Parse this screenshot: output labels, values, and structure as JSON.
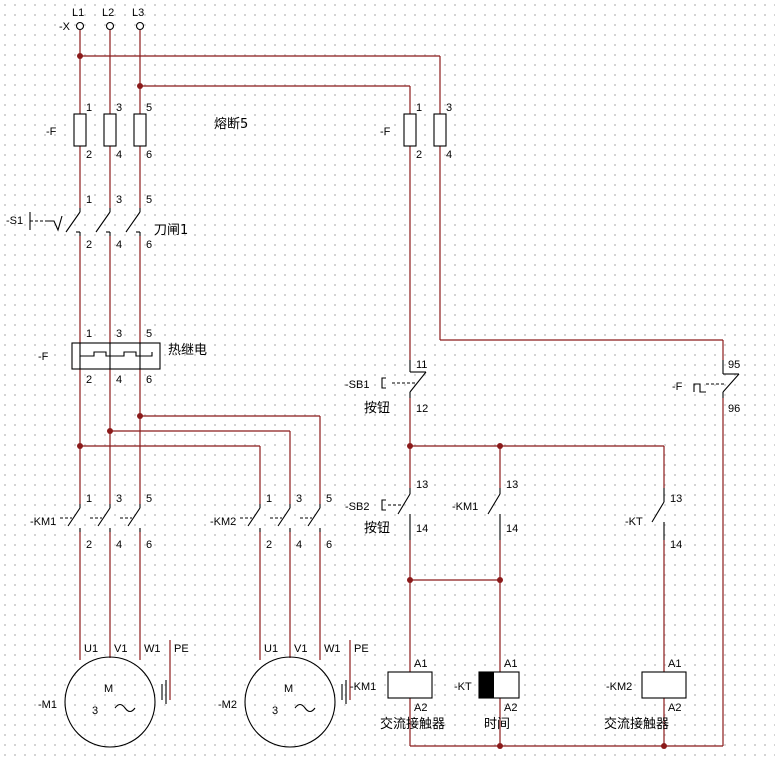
{
  "supply": {
    "terminal_tag": "-X",
    "phases": [
      "L1",
      "L2",
      "L3"
    ]
  },
  "fuse_main": {
    "tag": "-F",
    "label": "熔断5",
    "top": [
      "1",
      "3",
      "5"
    ],
    "bottom": [
      "2",
      "4",
      "6"
    ]
  },
  "switch": {
    "tag": "-S1",
    "label": "刀闸1",
    "top": [
      "1",
      "3",
      "5"
    ],
    "bottom": [
      "2",
      "4",
      "6"
    ]
  },
  "thermal_relay": {
    "tag": "-F",
    "label": "热继电",
    "top": [
      "1",
      "3",
      "5"
    ],
    "bottom": [
      "2",
      "4",
      "6"
    ]
  },
  "contactor_km1": {
    "tag": "-KM1",
    "top": [
      "1",
      "3",
      "5"
    ],
    "bottom": [
      "2",
      "4",
      "6"
    ]
  },
  "contactor_km2": {
    "tag": "-KM2",
    "top": [
      "1",
      "3",
      "5"
    ],
    "bottom": [
      "2",
      "4",
      "6"
    ]
  },
  "motor_m1": {
    "tag": "-M1",
    "symbol": "M",
    "phases_num": "3",
    "terms": [
      "U1",
      "V1",
      "W1",
      "PE"
    ]
  },
  "motor_m2": {
    "tag": "-M2",
    "symbol": "M",
    "phases_num": "3",
    "terms": [
      "U1",
      "V1",
      "W1",
      "PE"
    ],
    "side_tag": "-KM1"
  },
  "fuse_ctrl": {
    "tag": "-F",
    "top": [
      "1",
      "3"
    ],
    "bottom": [
      "2",
      "4"
    ]
  },
  "sb1": {
    "tag": "-SB1",
    "label": "按钮",
    "top": "11",
    "bottom": "12"
  },
  "sb2": {
    "tag": "-SB2",
    "label": "按钮",
    "top": "13",
    "bottom": "14"
  },
  "km1_aux": {
    "tag": "-KM1",
    "top": "13",
    "bottom": "14"
  },
  "kt_contact": {
    "tag": "-KT",
    "top": "13",
    "bottom": "14"
  },
  "overload_contact": {
    "tag": "-F",
    "top": "95",
    "bottom": "96"
  },
  "coil_km1": {
    "top": "A1",
    "bottom": "A2",
    "label": "交流接触器"
  },
  "coil_kt": {
    "tag": "-KT",
    "top": "A1",
    "bottom": "A2",
    "label": "时间"
  },
  "coil_km2": {
    "tag": "-KM2",
    "top": "A1",
    "bottom": "A2",
    "label": "交流接触器"
  }
}
